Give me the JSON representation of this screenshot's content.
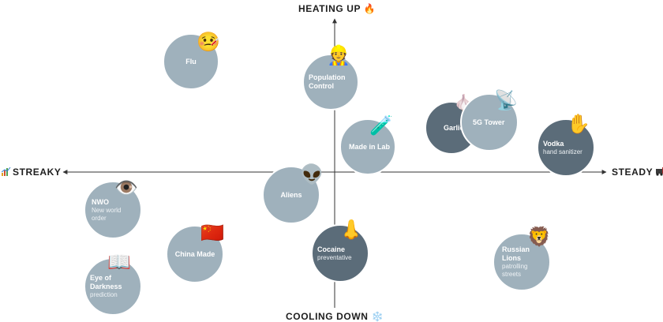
{
  "axes": {
    "top": "HEATING UP 🔥",
    "bottom": "COOLING DOWN ❄️",
    "left": "STREAKY",
    "right": "STEADY",
    "left_icon": "chart-icon",
    "right_icon": "train-icon"
  },
  "colors": {
    "light_bubble": "#9fb1bc",
    "dark_bubble": "#5b6c79",
    "axis": "#333333"
  },
  "items": [
    {
      "title": "Flu",
      "sub": "",
      "emoji": "🤒",
      "icon": "sick-face-icon"
    },
    {
      "title": "Population Control",
      "sub": "",
      "emoji": "👷",
      "icon": "workers-icon"
    },
    {
      "title": "Made in Lab",
      "sub": "",
      "emoji": "🧪",
      "icon": "test-tube-icon"
    },
    {
      "title": "Garlic",
      "sub": "",
      "emoji": "🧄",
      "icon": "garlic-icon"
    },
    {
      "title": "5G Tower",
      "sub": "",
      "emoji": "📡",
      "icon": "satellite-dish-icon"
    },
    {
      "title": "Vodka",
      "sub": "hand sanitizer",
      "emoji": "✋",
      "icon": "raised-hand-icon"
    },
    {
      "title": "Aliens",
      "sub": "",
      "emoji": "👽",
      "icon": "alien-icon"
    },
    {
      "title": "NWO",
      "sub": "New world order",
      "emoji": "👁️",
      "icon": "eye-icon"
    },
    {
      "title": "China Made",
      "sub": "",
      "emoji": "🇨🇳",
      "icon": "china-flag-icon"
    },
    {
      "title": "Cocaine",
      "sub": "preventative",
      "emoji": "👃",
      "icon": "nose-icon"
    },
    {
      "title": "Russian Lions",
      "sub": "patrolling streets",
      "emoji": "🦁",
      "icon": "lion-icon"
    },
    {
      "title": "Eye of Darkness",
      "sub": "prediction",
      "emoji": "📖",
      "icon": "book-icon"
    }
  ]
}
